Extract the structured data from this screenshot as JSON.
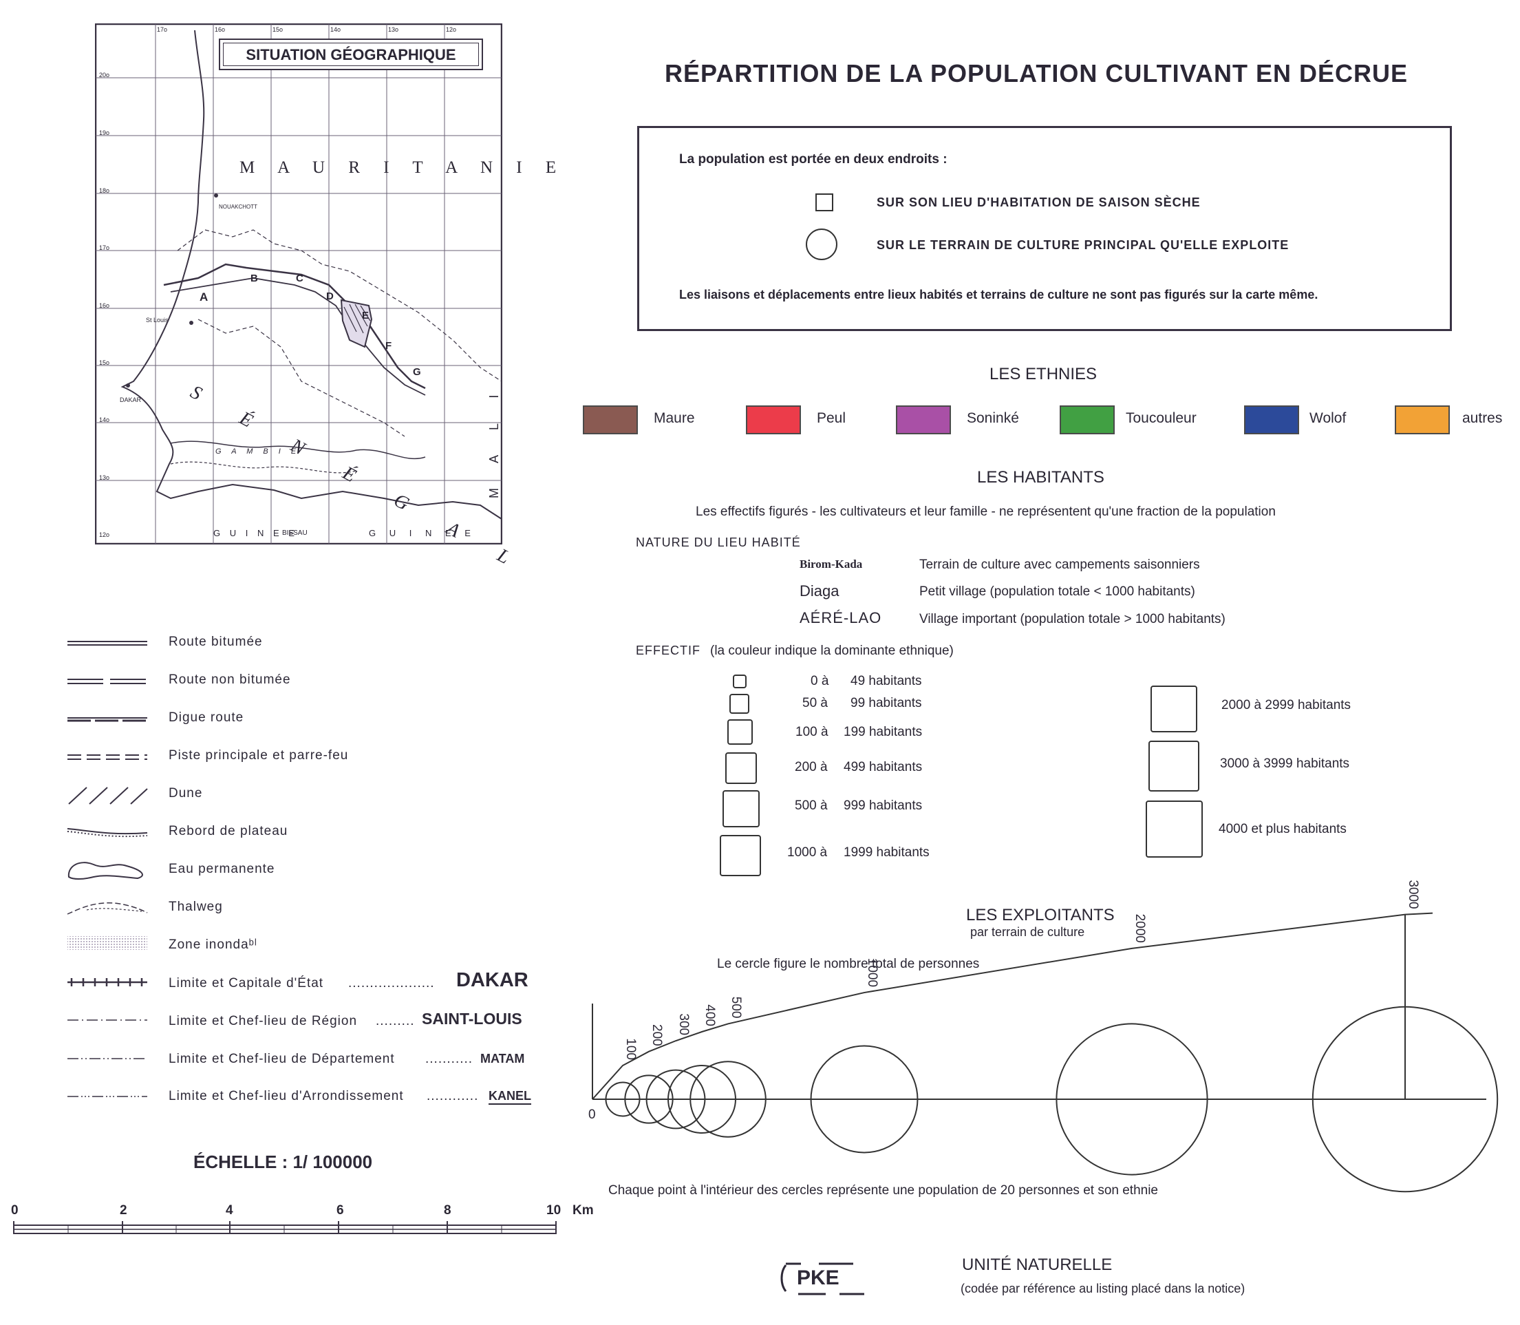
{
  "title": "RÉPARTITION DE LA POPULATION CULTIVANT EN DÉCRUE",
  "inset": {
    "title": "SITUATION GÉOGRAPHIQUE",
    "lon_ticks": [
      "17o",
      "16o",
      "15o",
      "14o",
      "13o",
      "12o"
    ],
    "lat_ticks": [
      "20o",
      "19o",
      "18o",
      "17o",
      "16o",
      "15o",
      "14o",
      "13o",
      "12o"
    ],
    "countries": {
      "mauritanie": "M A U R I T A N I E",
      "senegal": "S É N É G A L",
      "mali": "M A L I",
      "gambie": "G A M B I E",
      "guinee_bissau": "G U I N E E",
      "bissau": "BISSAU",
      "guinee": "G U I N E E"
    },
    "cities": {
      "nouakchott": "NOUAKCHOTT",
      "st_louis": "St Louis",
      "dakar": "DAKAR"
    },
    "zones": [
      "A",
      "B",
      "C",
      "D",
      "E",
      "F",
      "G"
    ]
  },
  "info_box": {
    "intro": "La population est portée en deux endroits :",
    "square_label": "SUR SON LIEU D'HABITATION DE SAISON SÈCHE",
    "circle_label": "SUR LE TERRAIN DE CULTURE PRINCIPAL QU'ELLE EXPLOITE",
    "note": "Les liaisons et déplacements entre lieux habités et terrains de culture ne sont pas figurés sur la carte même."
  },
  "ethnies": {
    "title": "LES ETHNIES",
    "items": [
      {
        "label": "Maure",
        "color": "#8a5a52"
      },
      {
        "label": "Peul",
        "color": "#ec3c4a"
      },
      {
        "label": "Soninké",
        "color": "#a950a6"
      },
      {
        "label": "Toucouleur",
        "color": "#41a043"
      },
      {
        "label": "Wolof",
        "color": "#2c4a9a"
      },
      {
        "label": "autres",
        "color": "#f2a236"
      }
    ]
  },
  "habitants": {
    "title": "LES HABITANTS",
    "subtitle": "Les effectifs figurés - les cultivateurs et leur famille - ne représentent qu'une fraction de la population",
    "nature_title": "NATURE DU LIEU HABITÉ",
    "nature": [
      {
        "example": "Birom-Kada",
        "desc": "Terrain de culture avec campements saisonniers"
      },
      {
        "example": "Diaga",
        "desc": "Petit village (population totale < 1000 habitants)"
      },
      {
        "example": "AÉRÉ-LAO",
        "desc": "Village important (population totale > 1000 habitants)"
      }
    ],
    "effectif_title": "EFFECTIF",
    "effectif_note": "(la couleur indique la dominante ethnique)",
    "effectif_left": [
      {
        "from": "0 à",
        "to": "49 habitants"
      },
      {
        "from": "50 à",
        "to": "99 habitants"
      },
      {
        "from": "100 à",
        "to": "199 habitants"
      },
      {
        "from": "200 à",
        "to": "499 habitants"
      },
      {
        "from": "500 à",
        "to": "999 habitants"
      },
      {
        "from": "1000 à",
        "to": "1999 habitants"
      }
    ],
    "effectif_right": [
      "2000 à 2999 habitants",
      "3000 à 3999 habitants",
      "4000 et plus habitants"
    ]
  },
  "exploitants": {
    "title": "LES EXPLOITANTS",
    "subtitle": "par terrain de culture",
    "note": "Le cercle figure le nombre total de personnes",
    "zero": "0",
    "scale_values": [
      100,
      200,
      300,
      400,
      500,
      1000,
      2000,
      3000
    ],
    "footer": "Chaque point à l'intérieur des cercles représente une population de 20 personnes et son ethnie"
  },
  "map_legend": {
    "items": [
      {
        "label": "Route bitumée"
      },
      {
        "label": "Route non bitumée"
      },
      {
        "label": "Digue route"
      },
      {
        "label": "Piste principale et parre-feu"
      },
      {
        "label": "Dune"
      },
      {
        "label": "Rebord de plateau"
      },
      {
        "label": "Eau permanente"
      },
      {
        "label": "Thalweg"
      },
      {
        "label": "Zone inondaᵇˡ"
      },
      {
        "label": "Limite  et  Capitale  d'État",
        "dots": "....................",
        "example": "DAKAR"
      },
      {
        "label": "Limite  et  Chef-lieu de Région",
        "dots": ".........",
        "example": "SAINT-LOUIS"
      },
      {
        "label": "Limite  et  Chef-lieu de Département",
        "dots": "...........",
        "example": "MATAM"
      },
      {
        "label": "Limite  et  Chef-lieu d'Arrondissement",
        "dots": "............",
        "example": "KANEL"
      }
    ]
  },
  "scale": {
    "title": "ÉCHELLE : 1/ 100000",
    "ticks": [
      "0",
      "2",
      "4",
      "6",
      "8",
      "10"
    ],
    "unit": "Km"
  },
  "unite": {
    "code": "PKE",
    "title": "UNITÉ NATURELLE",
    "desc": "(codée par référence au listing placé dans la notice)"
  }
}
